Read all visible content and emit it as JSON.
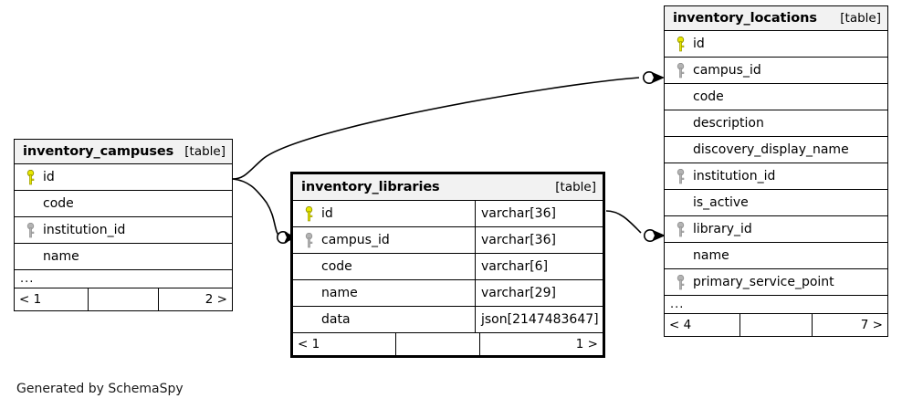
{
  "diagram": {
    "caption": "Generated by SchemaSpy",
    "kind_label": "[table]",
    "ellipsis": "...",
    "colors": {
      "primary_key": "#e8e800",
      "foreign_key": "#b3b3b3",
      "header_background": "#f2f2f2",
      "border": "#000000",
      "background": "#ffffff"
    }
  },
  "tables": [
    {
      "id": "inventory_campuses",
      "name": "inventory_campuses",
      "kind": "[table]",
      "focused": false,
      "show_types": false,
      "has_ellipsis": true,
      "columns": [
        {
          "name": "id",
          "key": "primary",
          "type": ""
        },
        {
          "name": "code",
          "key": "none",
          "type": ""
        },
        {
          "name": "institution_id",
          "key": "foreign",
          "type": ""
        },
        {
          "name": "name",
          "key": "none",
          "type": ""
        }
      ],
      "footer": {
        "left": "< 1",
        "middle": "",
        "right": "2 >"
      }
    },
    {
      "id": "inventory_libraries",
      "name": "inventory_libraries",
      "kind": "[table]",
      "focused": true,
      "show_types": true,
      "has_ellipsis": false,
      "columns": [
        {
          "name": "id",
          "key": "primary",
          "type": "varchar[36]"
        },
        {
          "name": "campus_id",
          "key": "foreign",
          "type": "varchar[36]"
        },
        {
          "name": "code",
          "key": "none",
          "type": "varchar[6]"
        },
        {
          "name": "name",
          "key": "none",
          "type": "varchar[29]"
        },
        {
          "name": "data",
          "key": "none",
          "type": "json[2147483647]"
        }
      ],
      "footer": {
        "left": "< 1",
        "middle": "",
        "right": "1 >"
      }
    },
    {
      "id": "inventory_locations",
      "name": "inventory_locations",
      "kind": "[table]",
      "focused": false,
      "show_types": false,
      "has_ellipsis": true,
      "columns": [
        {
          "name": "id",
          "key": "primary",
          "type": ""
        },
        {
          "name": "campus_id",
          "key": "foreign",
          "type": ""
        },
        {
          "name": "code",
          "key": "none",
          "type": ""
        },
        {
          "name": "description",
          "key": "none",
          "type": ""
        },
        {
          "name": "discovery_display_name",
          "key": "none",
          "type": ""
        },
        {
          "name": "institution_id",
          "key": "foreign",
          "type": ""
        },
        {
          "name": "is_active",
          "key": "none",
          "type": ""
        },
        {
          "name": "library_id",
          "key": "foreign",
          "type": ""
        },
        {
          "name": "name",
          "key": "none",
          "type": ""
        },
        {
          "name": "primary_service_point",
          "key": "foreign",
          "type": ""
        }
      ],
      "footer": {
        "left": "< 4",
        "middle": "",
        "right": "7 >"
      }
    }
  ],
  "relationships": [
    {
      "id": "campuses-to-locations",
      "from_table": "inventory_campuses",
      "from_column": "id",
      "to_table": "inventory_locations",
      "to_column": "campus_id",
      "from_marker": "none",
      "to_marker": "zero-or-many"
    },
    {
      "id": "campuses-to-libraries",
      "from_table": "inventory_campuses",
      "from_column": "id",
      "to_table": "inventory_libraries",
      "to_column": "campus_id",
      "from_marker": "none",
      "to_marker": "zero-or-many"
    },
    {
      "id": "libraries-to-locations",
      "from_table": "inventory_libraries",
      "from_column": "id",
      "to_table": "inventory_locations",
      "to_column": "library_id",
      "from_marker": "none",
      "to_marker": "zero-or-many"
    }
  ]
}
